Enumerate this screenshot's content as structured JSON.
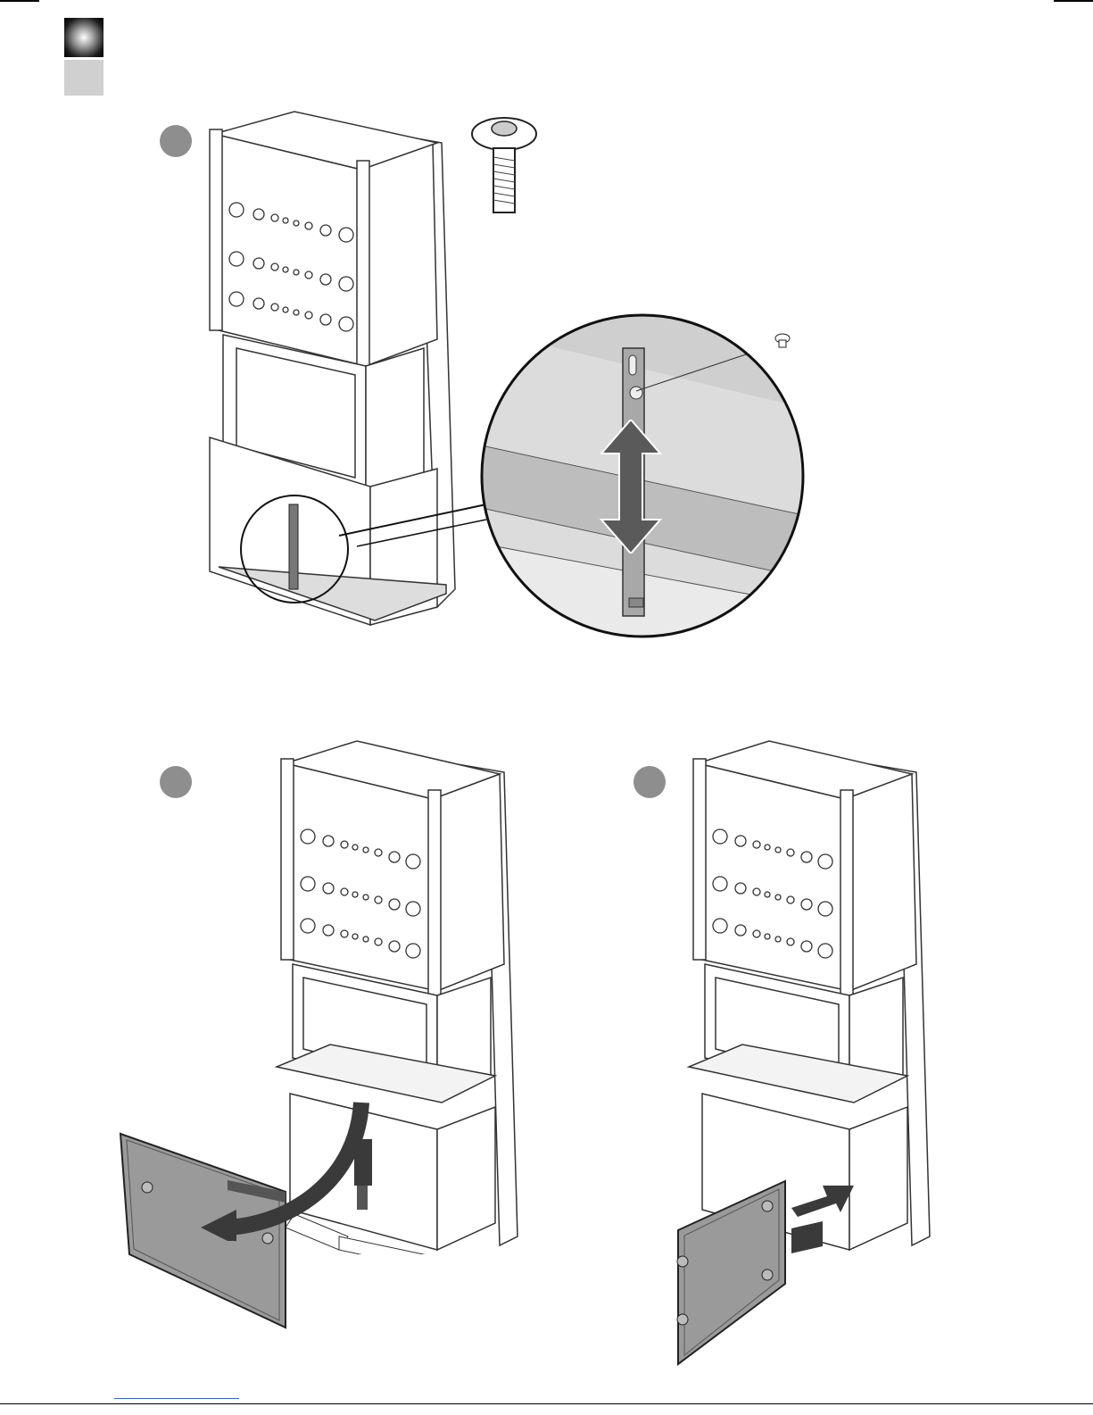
{
  "page": {
    "section_tab": {
      "top_style": "black-gradient",
      "bottom_color": "#d0d0d0"
    },
    "steps": [
      {
        "marker_color": "#8e8e8e",
        "illustration": "frame-with-zoom-detail"
      },
      {
        "marker_color": "#8e8e8e",
        "illustration": "frame-remove-panel"
      },
      {
        "marker_color": "#8e8e8e",
        "illustration": "frame-install-panel"
      }
    ],
    "icons": [
      "screw-icon",
      "double-arrow-icon",
      "curved-arrow-icon",
      "push-arrow-icon"
    ]
  }
}
